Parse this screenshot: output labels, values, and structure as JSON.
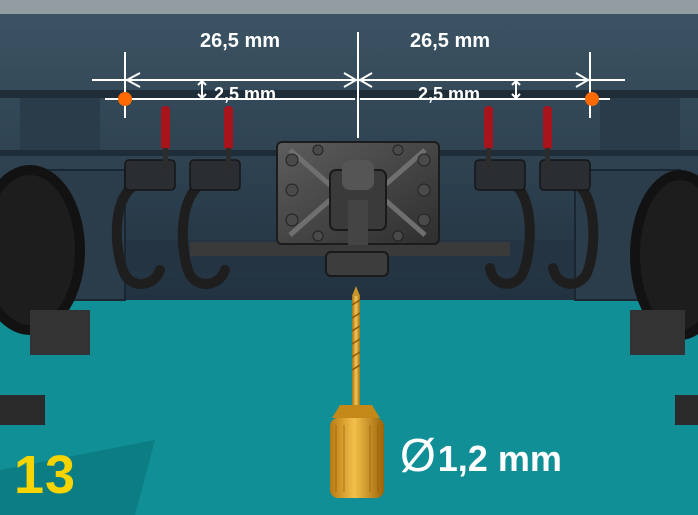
{
  "step": {
    "number": "13"
  },
  "dimensions": {
    "left_width": "26,5 mm",
    "right_width": "26,5 mm",
    "left_offset": "2,5 mm",
    "right_offset": "2,5 mm"
  },
  "drill": {
    "diameter_symbol": "Ø",
    "diameter_value": "1,2 mm"
  },
  "colors": {
    "floor": "#108f96",
    "body": "#2e4252",
    "marker": "#ff6a00",
    "step_number": "#f5d400",
    "hose": "#1e1e1e",
    "handle": "#a8141c",
    "drill_chuck": "#e0a52a"
  }
}
